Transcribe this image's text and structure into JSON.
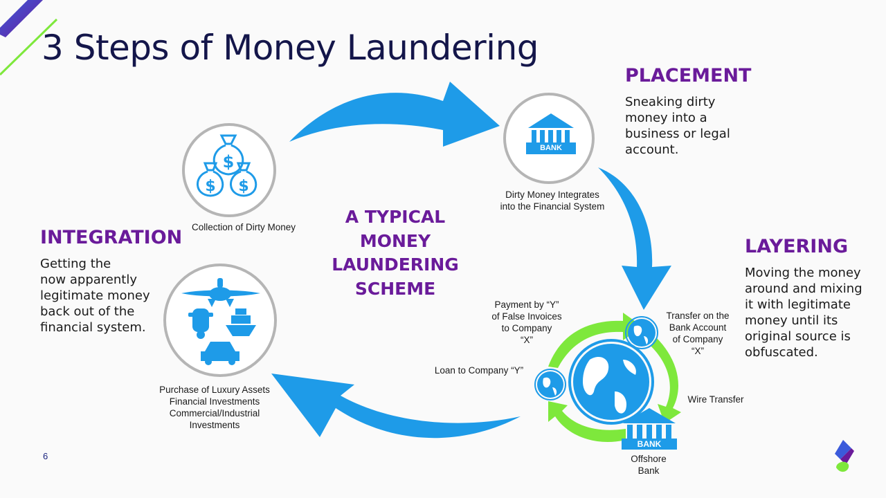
{
  "slide": {
    "title": "3 Steps of Money Laundering",
    "page_number": "6"
  },
  "placement": {
    "heading": "PLACEMENT",
    "description_lines": [
      "Sneaking dirty",
      "money into a",
      "business or legal",
      "account."
    ]
  },
  "layering": {
    "heading": "LAYERING",
    "description_lines": [
      "Moving the money",
      "around and mixing",
      "it with legitimate",
      "money until its",
      "original source is",
      "obfuscated."
    ]
  },
  "integration": {
    "heading": "INTEGRATION",
    "description_lines": [
      "Getting the",
      "now apparently",
      "legitimate money",
      "back out of the",
      "financial system."
    ]
  },
  "center": {
    "title_lines": [
      "A TYPICAL",
      "MONEY",
      "LAUNDERING",
      "SCHEME"
    ]
  },
  "captions": {
    "collection": [
      "Collection of Dirty Money"
    ],
    "dirty_integrates": [
      "Dirty Money Integrates",
      "into the Financial  System"
    ],
    "purchase": [
      "Purchase of Luxury Assets",
      "Financial Investments",
      "Commercial/Industrial",
      "Investments"
    ],
    "payment": [
      "Payment by “Y”",
      "of False Invoices",
      "to Company",
      "“X”"
    ],
    "transfer": [
      "Transfer on the",
      "Bank Account",
      "of Company",
      "“X”"
    ],
    "loan": [
      "Loan to Company “Y”"
    ],
    "wire": [
      "Wire Transfer"
    ],
    "offshore": [
      "Offshore",
      "Bank"
    ]
  },
  "icons": {
    "bank_label": "BANK",
    "offshore_bank_label": "BANK"
  },
  "colors": {
    "title": "#14164a",
    "heading_purple": "#6a1b9a",
    "arrow_blue": "#1e9be8",
    "arrow_green": "#7ee83c",
    "circle_gray": "#b5b5b5"
  }
}
